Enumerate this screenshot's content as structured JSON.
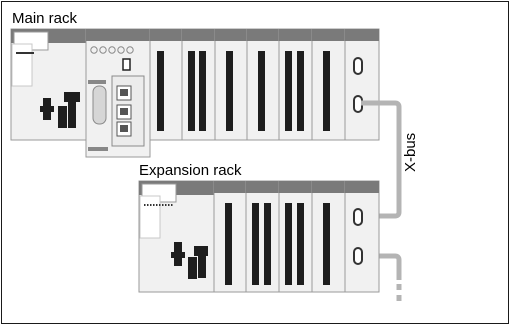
{
  "diagram": {
    "main_rack_label": "Main rack",
    "expansion_rack_label": "Expansion rack",
    "bus_label": "X-bus"
  },
  "colors": {
    "module_header": "#7a7a7a",
    "module_body": "#f1f1f1",
    "module_face": "#e6e6e6",
    "slot": "#1e1e1e",
    "bus_cable": "#b4b4b4",
    "outline": "#9a9a9a"
  }
}
